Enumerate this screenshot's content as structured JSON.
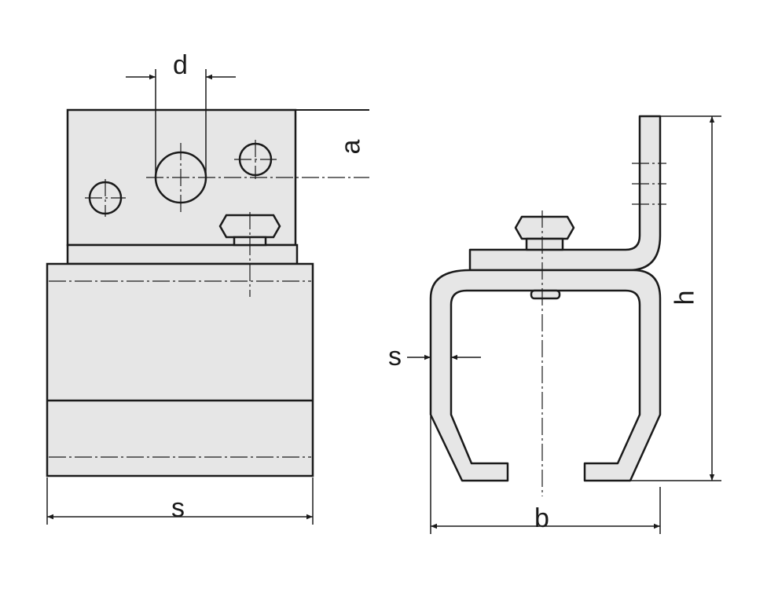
{
  "labels": {
    "d": "d",
    "a": "a",
    "s_front": "s",
    "s_side": "s",
    "h": "h",
    "b": "b"
  },
  "colors": {
    "fill": "#e6e6e6",
    "stroke": "#1a1a1a",
    "background": "#ffffff"
  }
}
